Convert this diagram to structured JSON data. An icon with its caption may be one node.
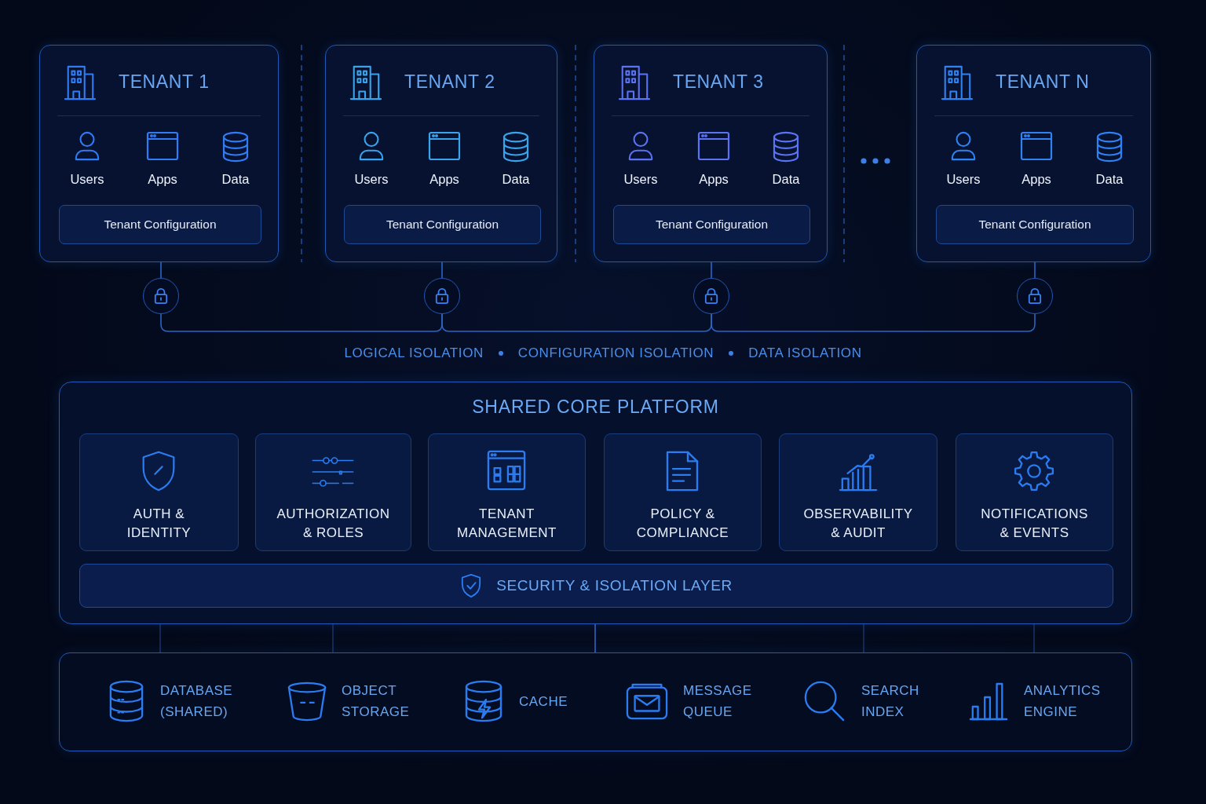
{
  "diagram": {
    "nodes": [
      {
        "text": [
          "TENANT 1",
          "Users",
          "Apps",
          "Data"
        ]
      },
      {
        "text": [
          "Tenant Configuration"
        ],
        "in": 0
      },
      {
        "text": [
          "TENANT 2",
          "Users",
          "Apps",
          "Data"
        ]
      },
      {
        "text": [
          "Tenant Configuration"
        ],
        "in": 2
      },
      {
        "text": [
          "TENANT 3",
          "Users",
          "Apps",
          "Data"
        ]
      },
      {
        "text": [
          "Tenant Configuration"
        ],
        "in": 4
      },
      {
        "text": [
          "TENANT N",
          "Users",
          "Apps",
          "Data"
        ]
      },
      {
        "text": [
          "Tenant Configuration"
        ],
        "in": 6
      },
      {
        "text": [],
        "shape": "circle"
      },
      {
        "text": [],
        "shape": "circle"
      },
      {
        "text": [],
        "shape": "circle"
      },
      {
        "text": [],
        "shape": "circle"
      },
      {
        "text": [
          "SHARED CORE PLATFORM"
        ]
      },
      {
        "text": [
          "AUTH & IDENTITY"
        ],
        "in": 12
      },
      {
        "text": [
          "AUTHORIZATION & ROLES"
        ],
        "in": 12
      },
      {
        "text": [
          "TENANT MANAGEMENT"
        ],
        "in": 12
      },
      {
        "text": [
          "POLICY & COMPLIANCE"
        ],
        "in": 12
      },
      {
        "text": [
          "OBSERVABILITY & AUDIT"
        ],
        "in": 12
      },
      {
        "text": [
          "NOTIFICATIONS & EVENTS"
        ],
        "in": 12
      },
      {
        "text": [
          "SECURITY & ISOLATION LAYER"
        ],
        "in": 12
      },
      {
        "text": [
          "DATABASE (SHARED)",
          "OBJECT STORAGE",
          "CACHE",
          "MESSAGE QUEUE",
          "SEARCH INDEX",
          "ANALYTICS ENGINE"
        ]
      }
    ],
    "edges": [
      {
        "from": 0,
        "to": 8,
        "arrow": "none"
      },
      {
        "from": 2,
        "to": 9,
        "arrow": "none"
      },
      {
        "from": 4,
        "to": 10,
        "arrow": "none"
      },
      {
        "from": 6,
        "to": 11,
        "arrow": "none"
      },
      {
        "from": 8,
        "to": 9,
        "arrow": "none"
      },
      {
        "from": 9,
        "to": 10,
        "arrow": "none"
      },
      {
        "from": 10,
        "to": 11,
        "arrow": "none"
      },
      {
        "from": 12,
        "to": 20,
        "arrow": "none",
        "color": "#173262"
      },
      {
        "from": 12,
        "to": 20,
        "arrow": "none",
        "color": "#173262"
      },
      {
        "from": 12,
        "to": 20,
        "arrow": "none"
      },
      {
        "from": 12,
        "to": 20,
        "arrow": "none",
        "color": "#173262"
      },
      {
        "from": 12,
        "to": 20,
        "arrow": "none",
        "color": "#173262"
      }
    ],
    "labels": [
      "LOGICAL ISOLATION",
      "CONFIGURATION ISOLATION",
      "DATA ISOLATION"
    ]
  }
}
